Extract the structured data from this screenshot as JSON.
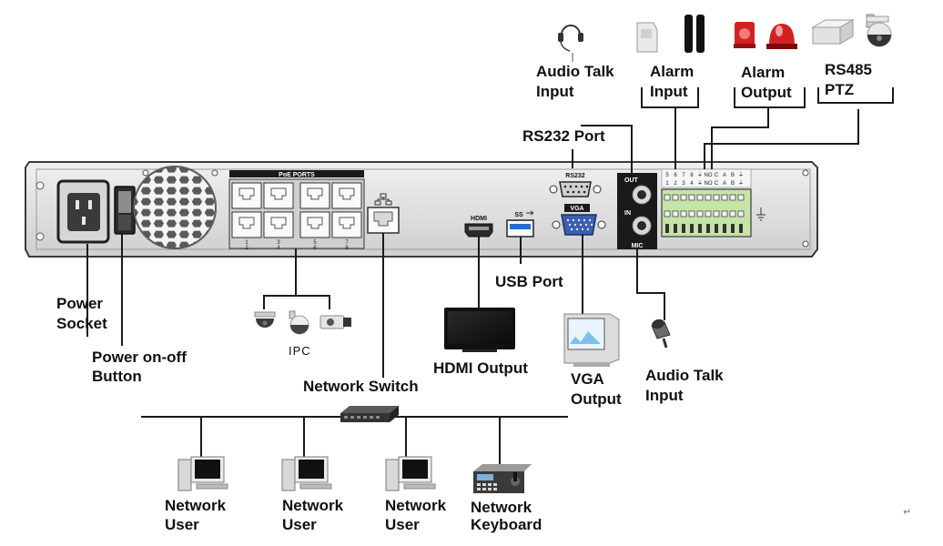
{
  "labels": {
    "power_socket": [
      "Power",
      "Socket"
    ],
    "power_button": [
      "Power on-off",
      "Button"
    ],
    "ipc": "IPC",
    "network_switch": "Network Switch",
    "hdmi_output": "HDMI Output",
    "usb_port": "USB Port",
    "vga_output": [
      "VGA",
      "Output"
    ],
    "audio_talk_input_bottom": [
      "Audio Talk",
      "Input"
    ],
    "rs232_port": "RS232 Port",
    "audio_talk_input_top": [
      "Audio Talk",
      "Input"
    ],
    "alarm_input": [
      "Alarm",
      "Input"
    ],
    "alarm_output": [
      "Alarm",
      "Output"
    ],
    "rs485_ptz": [
      "RS485",
      "PTZ"
    ],
    "network_user_1": [
      "Network",
      "User"
    ],
    "network_user_2": [
      "Network",
      "User"
    ],
    "network_user_3": [
      "Network",
      "User"
    ],
    "network_keyboard": [
      "Network",
      "Keyboard"
    ]
  },
  "panel": {
    "poe_ports_label": "PoE PORTS",
    "poe_port_numbers": [
      "1",
      "2",
      "3",
      "4",
      "5",
      "6",
      "7",
      "8"
    ],
    "rs232_label": "RS232",
    "vga_label": "VGA",
    "hdmi_label": "HDMI",
    "usb_label": "SS",
    "out_label": "OUT",
    "in_label": "IN",
    "mic_label": "MIC",
    "alarm_row_top": [
      "5",
      "6",
      "7",
      "8",
      "⏚",
      "NO",
      "C",
      "A",
      "B",
      "⏚"
    ],
    "alarm_row_bottom": [
      "1",
      "2",
      "3",
      "4",
      "⏚",
      "NO",
      "C",
      "A",
      "B",
      "⏚"
    ]
  },
  "end_mark": "↵",
  "colors": {
    "panel_body": "#e6e6e6",
    "panel_edge": "#3a3a3a",
    "wire": "#1a1a1a",
    "alarm_red": "#d42020"
  }
}
